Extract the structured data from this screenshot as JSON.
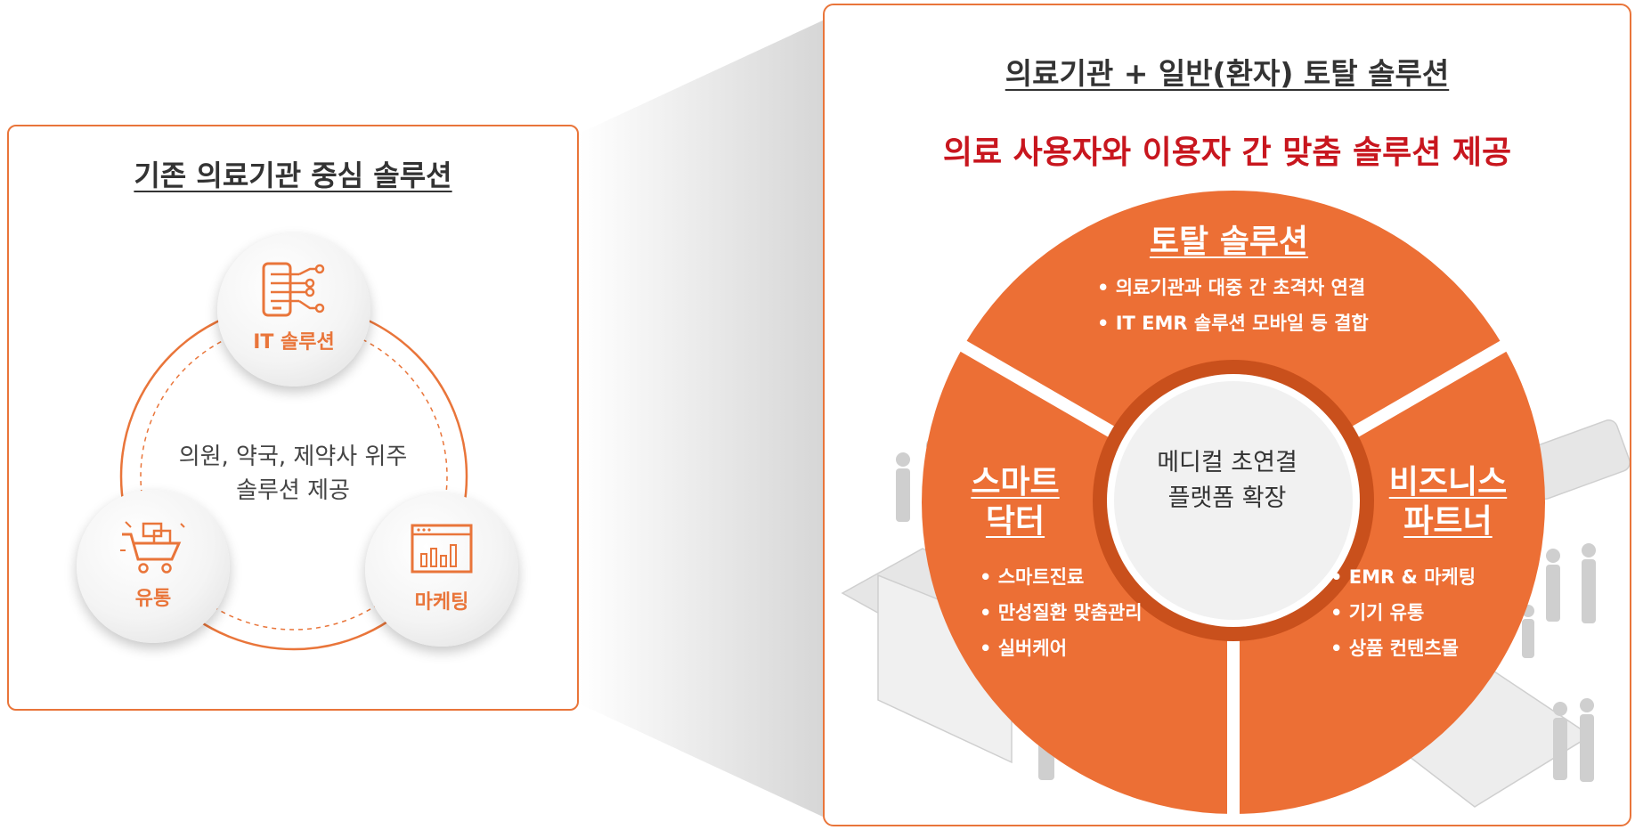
{
  "left": {
    "title": "기존 의료기관 중심 솔루션",
    "center_line1": "의원, 약국, 제약사 위주",
    "center_line2": "솔루션 제공",
    "nodes": [
      {
        "label": "IT 솔루션",
        "icon": "mobile-network-icon"
      },
      {
        "label": "유통",
        "icon": "shopping-cart-icon"
      },
      {
        "label": "마케팅",
        "icon": "bar-chart-window-icon"
      }
    ]
  },
  "right": {
    "title": "의료기관 + 일반(환자) 토탈 솔루션",
    "subtitle": "의료 사용자와 이용자 간 맞춤 솔루션 제공",
    "hub_line1": "메디컬 초연결",
    "hub_line2": "플랫폼 확장",
    "segments": {
      "top": {
        "title": "토탈 솔루션",
        "bullets": [
          "의료기관과 대중 간 초격차 연결",
          "IT EMR 솔루션 모바일 등 결합"
        ]
      },
      "left": {
        "title_line1": "스마트",
        "title_line2": "닥터",
        "bullets": [
          "스마트진료",
          "만성질환 맞춤관리",
          "실버케어"
        ]
      },
      "right": {
        "title_line1": "비즈니스",
        "title_line2": "파트너",
        "bullets": [
          "EMR & 마케팅",
          "기기 유통",
          "상품 컨텐츠몰"
        ]
      }
    }
  },
  "colors": {
    "accent": "#e9753a",
    "segment": "#ec6f35",
    "ring": "#c9501c",
    "subtitle_red": "#c8161e"
  }
}
